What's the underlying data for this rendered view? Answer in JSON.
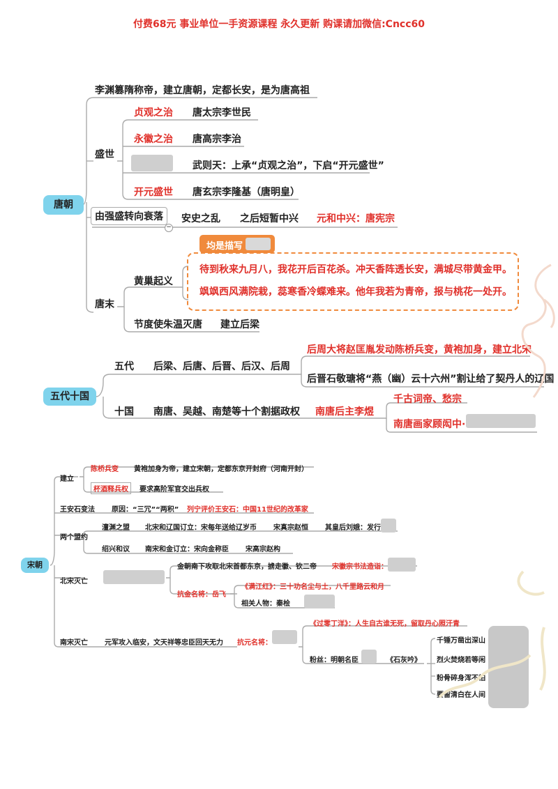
{
  "header": {
    "banner": "付费68元 事业单位一手资源课程 永久更新 购课请加微信:Cncc60"
  },
  "tang": {
    "root": "唐朝",
    "founding": "李渊篡隋称帝，建立唐朝，定都长安，是为唐高祖",
    "prosperity": "盛世",
    "zhenguan": "贞观之治",
    "taizong": "唐太宗李世民",
    "yonghui": "永徽之治",
    "gaozong": "唐高宗李治",
    "wuzetian": "武则天：上承“贞观之治”，下启“开元盛世”",
    "kaiyuan": "开元盛世",
    "xuanzong": "唐玄宗李隆基（唐明皇）",
    "decline": "由强盛转向衰落",
    "anshi": "安史之乱",
    "revival": "之后短暂中兴",
    "yuanhe": "元和中兴：唐宪宗",
    "late": "唐末",
    "huangchao": "黄巢起义",
    "callout": "均是描写",
    "poem1": "待到秋来九月八，我花开后百花杀。冲天香阵透长安，满城尽带黄金甲。",
    "poem2": "飒飒西风满院栽，蕊寒香冷蝶难来。他年我若为青帝，报与桃花一处开。",
    "zhuwen": "节度使朱温灭唐",
    "houliang": "建立后梁"
  },
  "wudai": {
    "root": "五代十国",
    "five": "五代",
    "five_list": "后梁、后唐、后晋、后汉、后周",
    "chenqiao": "后周大将赵匡胤发动陈桥兵变，黄袍加身，建立北宋",
    "shijingtang": "后晋石敬瑭将“燕（幽）云十六州”割让给了契丹人的辽国",
    "ten": "十国",
    "ten_list": "南唐、吴越、南楚等十个割据政权",
    "liyu": "南唐后主李煜",
    "ci": "千古词帝、愁宗",
    "painter": "南唐画家顾闳中·"
  },
  "song": {
    "root": "宋朝",
    "founding": "建立",
    "chenqiao": "陈桥兵变",
    "chenqiao_desc": "黄袍加身为帝，建立宋朝，定都东京开封府（河南开封）",
    "beijiu": "杯酒释兵权",
    "beijiu_desc": "要求高阶军官交出兵权",
    "wanganshi": "王安石变法",
    "reason": "原因：“三冗”“两积”",
    "lenin": "列宁评价王安石：中国11世纪的改革家",
    "treaties": "两个盟约",
    "chanyuan": "澶渊之盟",
    "chanyuan_desc": "北宋和辽国订立：宋每年送给辽岁币",
    "zhenzong": "宋真宗赵恒",
    "empress": "其皇后刘娥：发行",
    "shaoxing": "绍兴和议",
    "shaoxing_desc": "南宋和金订立：宋向金称臣",
    "gaozong": "宋高宗赵构",
    "north_fall": "北宋灭亡",
    "jin_attack": "金朝南下攻取北宋首都东京，掳走徽、钦二帝",
    "huizong": "宋徽宗书法造诣：",
    "kangjin": "抗金名将：岳飞",
    "manjianghong": "《满江红》：三十功名尘与土，八千里路云和月",
    "related": "相关人物：秦桧",
    "south_fall": "南宋灭亡",
    "yuan": "元军攻入临安，文天祥等忠臣回天无力",
    "kangyuan": "抗元名将：",
    "lingdingyang": "《过零丁洋》：人生自古谁无死，留取丹心照汗青",
    "fans": "粉丝：明朝名臣",
    "shihuiyin": "《石灰吟》",
    "line1": "千锤万凿出深山",
    "line2": "烈火焚烧若等闲",
    "line3": "粉骨碎身浑不怕",
    "line4": "要留清白在人间"
  },
  "colors": {
    "accent_red": "#e0302a",
    "root_blue": "#7fd3ec",
    "callout_orange": "#f08a3c"
  }
}
